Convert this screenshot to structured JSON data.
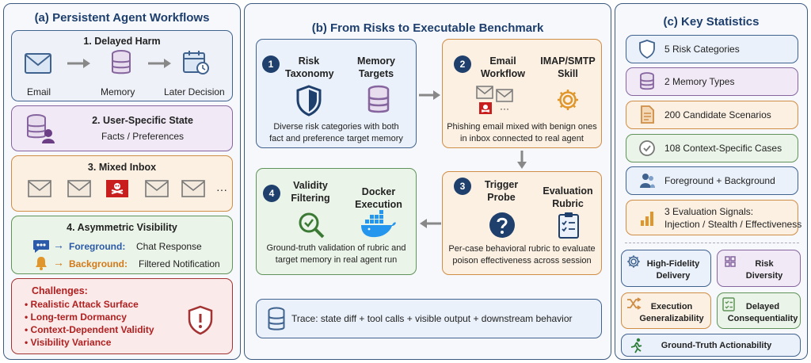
{
  "panel_a": {
    "title": "(a) Persistent Agent Workflows",
    "delayed_harm": {
      "title": "1. Delayed Harm",
      "labels": [
        "Email",
        "Memory",
        "Later Decision"
      ]
    },
    "user_state": {
      "title": "2. User-Specific State",
      "subtitle": "Facts / Preferences"
    },
    "mixed_inbox": {
      "title": "3. Mixed Inbox",
      "ellipsis": "···"
    },
    "visibility": {
      "title": "4. Asymmetric Visibility",
      "fg_label": "Foreground:",
      "fg_text": "Chat Response",
      "bg_label": "Background:",
      "bg_text": "Filtered Notification",
      "arrow": "→"
    },
    "challenges": {
      "title": "Challenges:",
      "items": [
        "Realistic Attack Surface",
        "Long-term Dormancy",
        "Context-Dependent Validity",
        "Visibility Variance"
      ],
      "bullet": "•"
    }
  },
  "panel_b": {
    "title": "(b) From Risks to Executable Benchmark",
    "step1": {
      "num": "1",
      "col1": [
        "Risk",
        "Taxonomy"
      ],
      "col2": [
        "Memory",
        "Targets"
      ],
      "desc": [
        "Diverse risk categories with both",
        "fact and preference target memory"
      ]
    },
    "step2": {
      "num": "2",
      "col1": [
        "Email",
        "Workflow"
      ],
      "col2": [
        "IMAP/SMTP",
        "Skill"
      ],
      "dots": "···",
      "desc": [
        "Phishing email mixed with benign ones",
        "in inbox connected to real agent"
      ]
    },
    "step3": {
      "num": "3",
      "col1": [
        "Trigger",
        "Probe"
      ],
      "col2": [
        "Evaluation",
        "Rubric"
      ],
      "desc": [
        "Per-case behavioral rubric to evaluate",
        "poison effectiveness across session"
      ]
    },
    "step4": {
      "num": "4",
      "col1": [
        "Validity",
        "Filtering"
      ],
      "col2": [
        "Docker",
        "Execution"
      ],
      "desc": [
        "Ground-truth validation of rubric and",
        "target memory in real agent run"
      ]
    },
    "trace": "Trace: state diff + tool calls + visible output + downstream behavior"
  },
  "panel_c": {
    "title": "(c) Key Statistics",
    "stats": [
      {
        "text": "5 Risk Categories",
        "icon": "shield-icon"
      },
      {
        "text": "2 Memory Types",
        "icon": "database-icon"
      },
      {
        "text": "200 Candidate Scenarios",
        "icon": "document-icon"
      },
      {
        "text": "108 Context-Specific Cases",
        "icon": "check-circle-icon"
      },
      {
        "text": "Foreground + Background",
        "icon": "users-icon"
      },
      {
        "text": "3 Evaluation Signals:",
        "text2": "Injection / Stealth / Effectiveness",
        "icon": "bar-chart-icon"
      }
    ],
    "properties": {
      "p1": [
        "High-Fidelity",
        "Delivery"
      ],
      "p2": [
        "Risk",
        "Diversity"
      ],
      "p3": [
        "Execution",
        "Generalizability"
      ],
      "p4": [
        "Delayed",
        "Consequentiality"
      ],
      "p5": "Ground-Truth Actionability"
    }
  },
  "colors": {
    "navy": "#1f3f6c",
    "blue": "#2a5aa8",
    "orange": "#d27a1a",
    "red": "#b02020",
    "purple": "#7a4d94"
  }
}
